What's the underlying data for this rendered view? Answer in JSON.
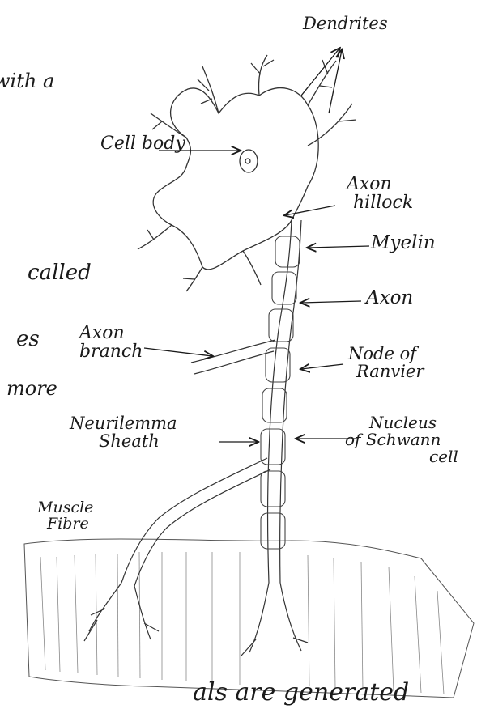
{
  "diagram": {
    "labels": {
      "dendrites": "Dendrites",
      "cell_body": "Cell body",
      "axon_hillock": [
        "Axon",
        "hillock"
      ],
      "myelin": "Myelin",
      "axon": "Axon",
      "axon_branch": [
        "Axon",
        "branch"
      ],
      "node_of_ranvier": [
        "Node of",
        "Ranvier"
      ],
      "neurilemma_sheath": [
        "Neurilemma",
        "Sheath"
      ],
      "nucleus_of_schwann_cell": [
        "Nucleus",
        "of Schwann",
        "cell"
      ],
      "muscle_fibre": [
        "Muscle",
        "Fibre"
      ]
    },
    "margin_text": {
      "with_a": "with a",
      "called": "called",
      "es": "es",
      "more": "more",
      "bottom": "als are generated"
    },
    "colors": {
      "ink": "#1a1a1a",
      "pencil": "#555555",
      "paper": "#ffffff"
    }
  }
}
